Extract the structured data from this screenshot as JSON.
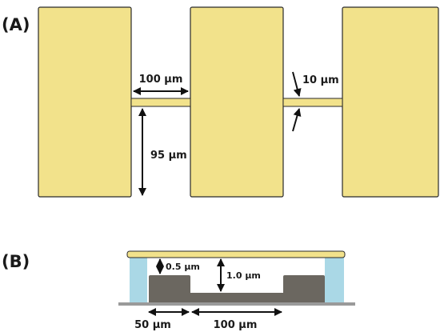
{
  "panels": {
    "a": {
      "label": "(A)",
      "dims": {
        "gap_width": "100 μm",
        "beam_width": "10 μm",
        "beam_height_offset": "95 μm"
      }
    },
    "b": {
      "label": "(B)",
      "dims": {
        "top_gap": "0.5 μm",
        "recess_gap": "1.0 μm",
        "step_width": "50 μm",
        "recess_width": "100 μm"
      }
    }
  },
  "colors": {
    "pad_fill": "#f2e28b",
    "outline": "#2a2a2a",
    "substrate": "#6b6760",
    "spacer": "#aad8e6",
    "base_line": "#9a9a9a",
    "arrow": "#111111"
  }
}
